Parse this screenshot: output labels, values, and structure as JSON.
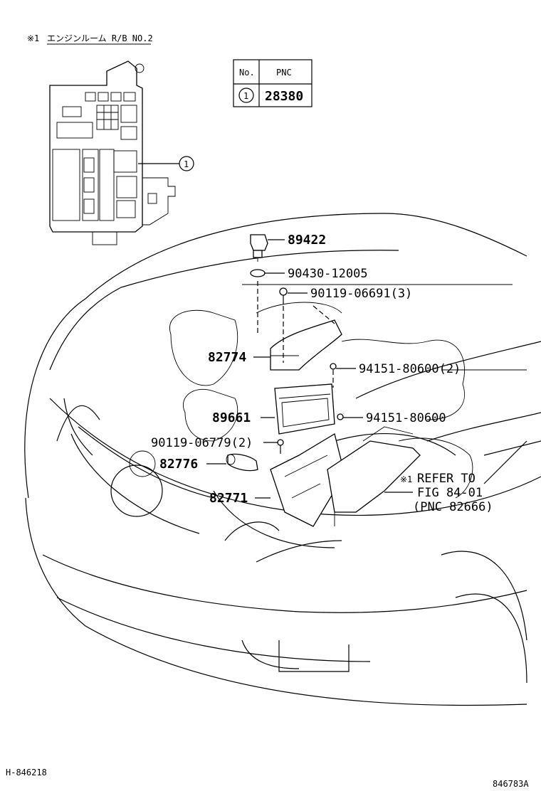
{
  "header": {
    "note_mark": "※1",
    "note_text": "エンジンルーム R/B NO.2"
  },
  "table": {
    "col_no": "No.",
    "col_pnc": "PNC",
    "row_no": "1",
    "row_pnc": "28380"
  },
  "inset": {
    "callout": "1"
  },
  "parts": [
    {
      "id": "p-89422",
      "label": "89422"
    },
    {
      "id": "p-90430",
      "label": "90430-12005"
    },
    {
      "id": "p-90119a",
      "label": "90119-06691(3)"
    },
    {
      "id": "p-82774",
      "label": "82774"
    },
    {
      "id": "p-94151a",
      "label": "94151-80600(2)"
    },
    {
      "id": "p-89661",
      "label": "89661"
    },
    {
      "id": "p-94151b",
      "label": "94151-80600"
    },
    {
      "id": "p-90119b",
      "label": "90119-06779(2)"
    },
    {
      "id": "p-82776",
      "label": "82776"
    },
    {
      "id": "p-82771",
      "label": "82771"
    }
  ],
  "refer": {
    "mark": "※1",
    "line1": "REFER TO",
    "line2": "FIG 84-01",
    "line3": "(PNC 82666)"
  },
  "footer": {
    "left_code": "H-846218",
    "right_code": "846783A"
  }
}
